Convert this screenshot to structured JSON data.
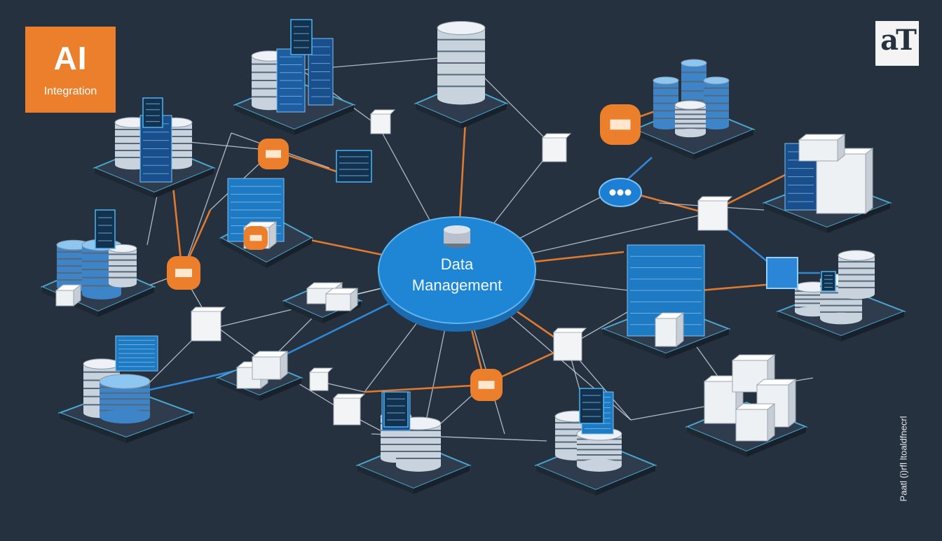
{
  "badge": {
    "line1": "AI",
    "line2": "Integration"
  },
  "hub": {
    "line1": "Data",
    "line2": "Management"
  },
  "logo": {
    "glyph": "aT"
  },
  "side_note": {
    "text": "Paatl (i)rfl ltoaldfnecrl"
  },
  "colors": {
    "background": "#26313f",
    "platform": "#2f3c4d",
    "platform_rim": "#4aa7cf",
    "hub": "#1f86d6",
    "orange": "#ec7f2c",
    "blue_node": "#1d7fd3",
    "link_white": "#dfe6ee",
    "link_orange": "#e07a2e",
    "link_blue": "#2f87d6"
  },
  "icons": [
    "database-icon",
    "server-rack-icon",
    "document-icon",
    "cube-node-icon",
    "monitor-panel-icon"
  ]
}
